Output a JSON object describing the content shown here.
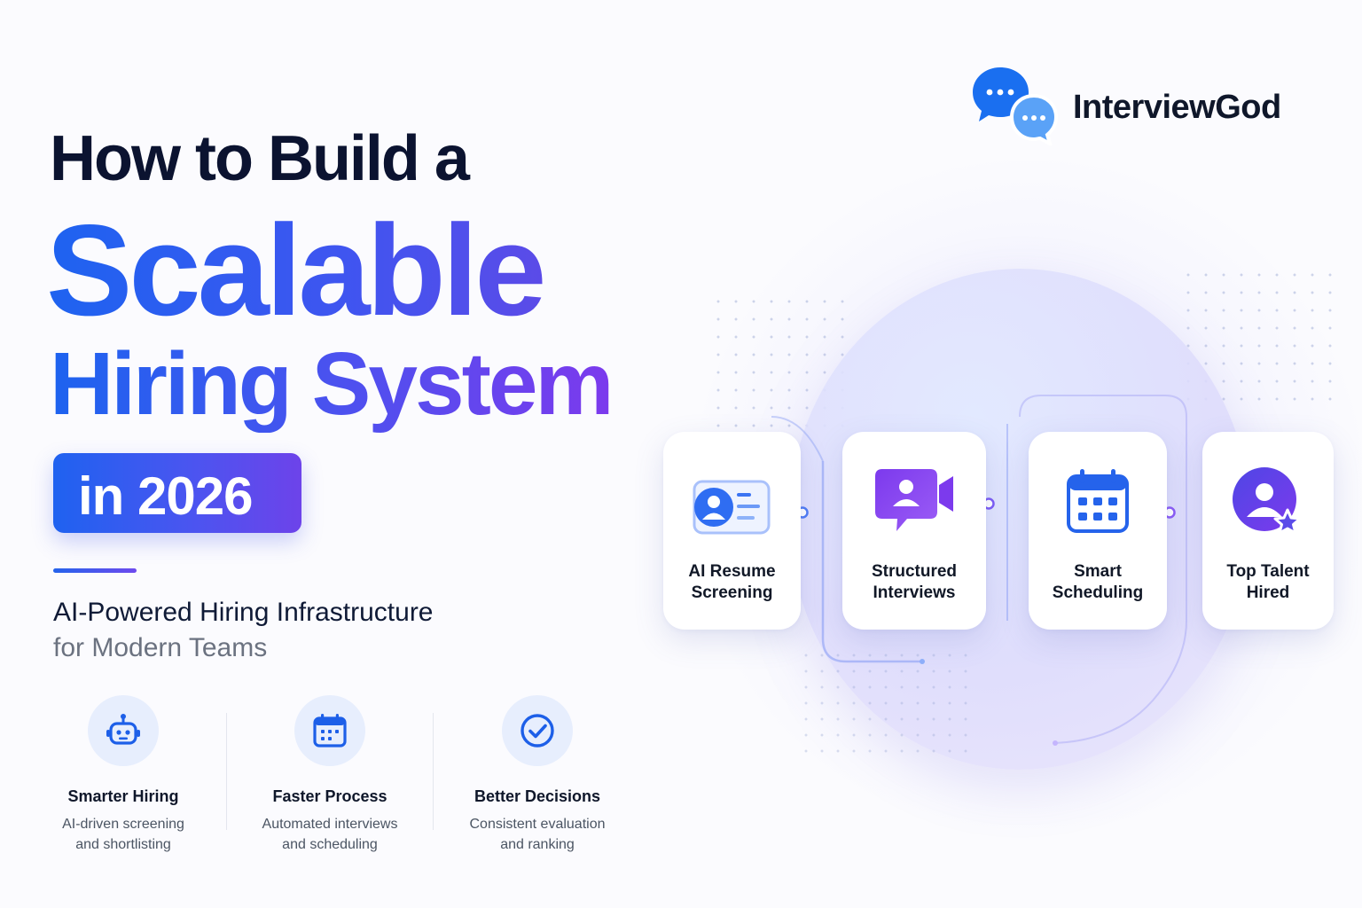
{
  "brand": {
    "name": "InterviewGod",
    "logo_icon": "chat-bubbles-icon",
    "colors": {
      "bubble_primary": "#1a6ff0",
      "bubble_secondary": "#5aa2f7"
    }
  },
  "headline": {
    "line1": "How to Build a",
    "line2": "Scalable",
    "line3": "Hiring System",
    "year_badge": "in 2026"
  },
  "subheadline": {
    "line1": "AI-Powered Hiring Infrastructure",
    "line2": "for Modern Teams"
  },
  "features": [
    {
      "icon": "robot-icon",
      "title": "Smarter Hiring",
      "description": "AI-driven screening\nand shortlisting"
    },
    {
      "icon": "calendar-icon",
      "title": "Faster Process",
      "description": "Automated interviews\nand scheduling"
    },
    {
      "icon": "check-circle-icon",
      "title": "Better Decisions",
      "description": "Consistent evaluation\nand ranking"
    }
  ],
  "workflow": {
    "steps": [
      {
        "icon": "resume-card-icon",
        "label": "AI Resume\nScreening"
      },
      {
        "icon": "video-chat-icon",
        "label": "Structured\nInterviews"
      },
      {
        "icon": "calendar-icon",
        "label": "Smart\nScheduling"
      },
      {
        "icon": "user-star-icon",
        "label": "Top Talent\nHired"
      }
    ]
  },
  "theme": {
    "accent_blue": "#1e63f0",
    "accent_purple": "#7c3aed",
    "text_dark": "#0b1330",
    "text_muted": "#6b7280"
  }
}
